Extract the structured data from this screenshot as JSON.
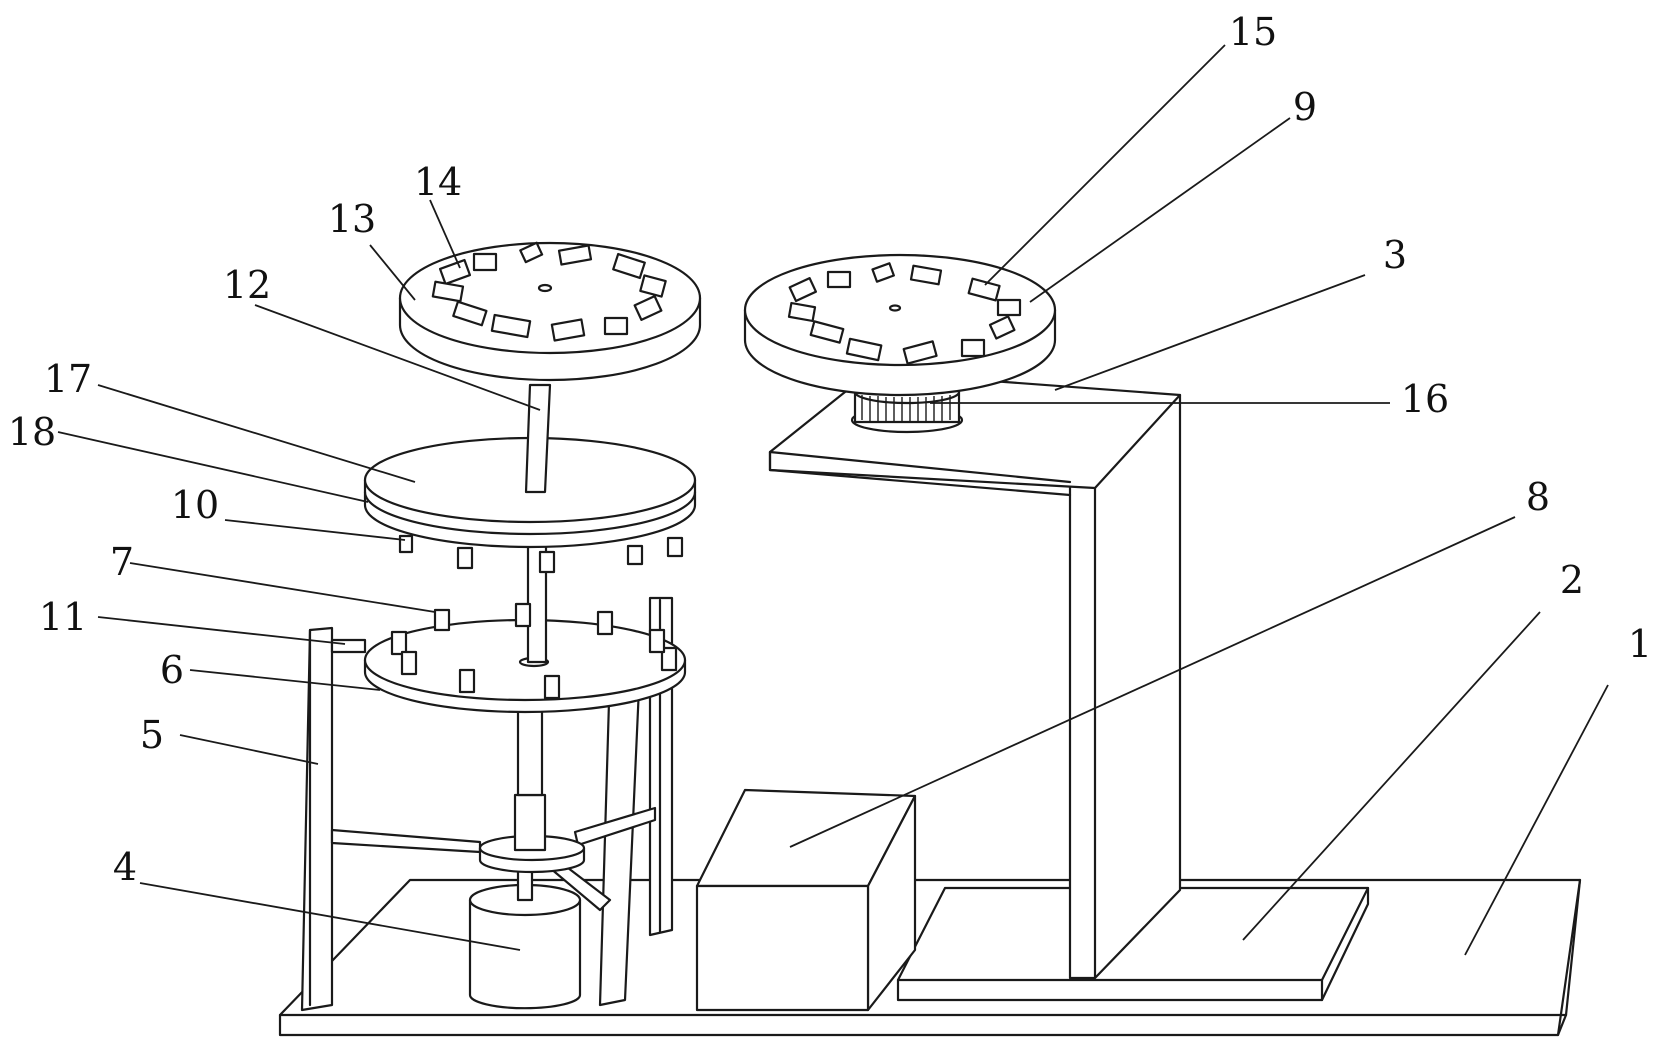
{
  "figure": {
    "labels": [
      {
        "id": "1",
        "text": "1"
      },
      {
        "id": "2",
        "text": "2"
      },
      {
        "id": "3",
        "text": "3"
      },
      {
        "id": "4",
        "text": "4"
      },
      {
        "id": "5",
        "text": "5"
      },
      {
        "id": "6",
        "text": "6"
      },
      {
        "id": "7",
        "text": "7"
      },
      {
        "id": "8",
        "text": "8"
      },
      {
        "id": "9",
        "text": "9"
      },
      {
        "id": "10",
        "text": "10"
      },
      {
        "id": "11",
        "text": "11"
      },
      {
        "id": "12",
        "text": "12"
      },
      {
        "id": "13",
        "text": "13"
      },
      {
        "id": "14",
        "text": "14"
      },
      {
        "id": "15",
        "text": "15"
      },
      {
        "id": "16",
        "text": "16"
      },
      {
        "id": "17",
        "text": "17"
      },
      {
        "id": "18",
        "text": "18"
      }
    ]
  },
  "colors": {
    "stroke": "#1a1a1a",
    "background": "#ffffff"
  }
}
